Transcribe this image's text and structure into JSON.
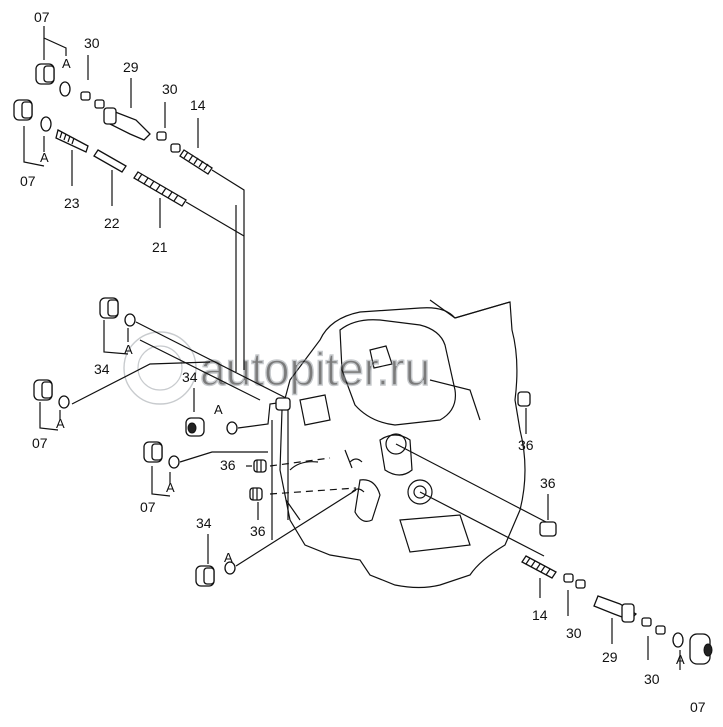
{
  "watermark": "autopiter.ru",
  "parts": {
    "p07a": "07",
    "p07b": "07",
    "p07c": "07",
    "p07d": "07",
    "p07e": "07",
    "p30a": "30",
    "p30b": "30",
    "p30c": "30",
    "p30d": "30",
    "p29a": "29",
    "p29b": "29",
    "p14a": "14",
    "p14b": "14",
    "p23": "23",
    "p22": "22",
    "p21": "21",
    "p34a": "34",
    "p34b": "34",
    "p34c": "34",
    "p36a": "36",
    "p36b": "36",
    "p36c": "36",
    "p36d": "36"
  },
  "refs": {
    "a1": "A",
    "a2": "A",
    "a3": "A",
    "a4": "A",
    "a5": "A",
    "a6": "A",
    "a7": "A",
    "a8": "A"
  }
}
